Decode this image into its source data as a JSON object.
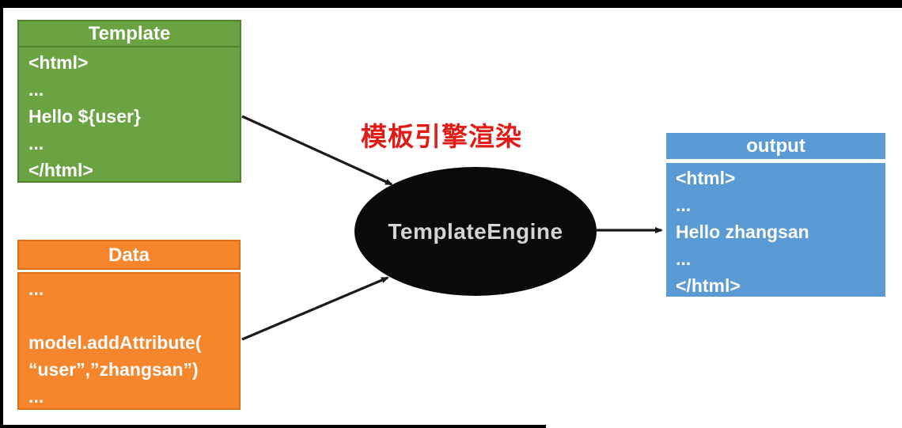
{
  "template_box": {
    "title": "Template",
    "lines": [
      "<html>",
      "...",
      "Hello ${user}",
      "...",
      "</html>"
    ],
    "fill": "#6BA342",
    "border": "#54812F",
    "text_color": "#FDFDFD"
  },
  "data_box": {
    "title": "Data",
    "lines": [
      "...",
      "",
      "model.addAttribute(",
      "“user”,”zhangsan”)",
      "..."
    ],
    "fill": "#F6862C",
    "border": "#DE6E16",
    "text_color": "#FDFDFD"
  },
  "engine": {
    "label": "TemplateEngine",
    "fill": "#0A0A0A",
    "text_color": "#D4D4D4"
  },
  "output_box": {
    "title": "output",
    "lines": [
      "<html>",
      "...",
      "Hello zhangsan",
      "...",
      "</html>"
    ],
    "fill": "#5B9BD5",
    "text_color": "#FDFDFD"
  },
  "annotation": {
    "label": "模板引擎渲染",
    "color": "#E21B16"
  },
  "arrows": {
    "color": "#1A1A1A",
    "items": [
      "template-to-engine",
      "data-to-engine",
      "engine-to-output"
    ]
  }
}
